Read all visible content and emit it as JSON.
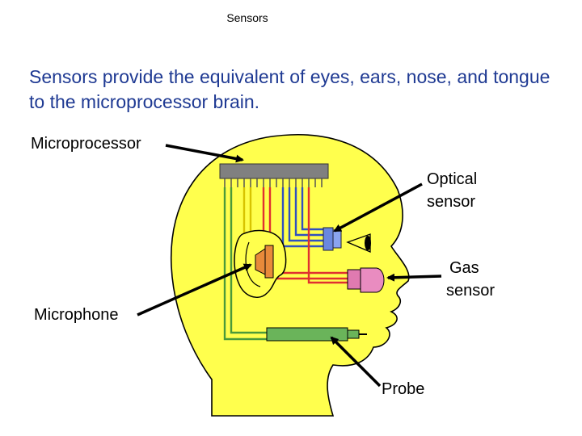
{
  "slide": {
    "title": "Sensors",
    "body": "Sensors provide the equivalent of eyes, ears, nose, and tongue to the microprocessor brain."
  },
  "labels": {
    "microprocessor": "Microprocessor",
    "optical_line1": "Optical",
    "optical_line2": "sensor",
    "gas_line1": "Gas",
    "gas_line2": "sensor",
    "microphone": "Microphone",
    "probe": "Probe"
  },
  "colors": {
    "head_fill": "#ffff4d",
    "title_text": "#1f3a93",
    "wire_red": "#e03030",
    "wire_blue": "#3050c0",
    "wire_green": "#4a9a3a",
    "wire_yellow": "#d8c400",
    "chip": "#808080",
    "gas_sensor": "#e07ab0",
    "mic": "#e88a3a"
  }
}
